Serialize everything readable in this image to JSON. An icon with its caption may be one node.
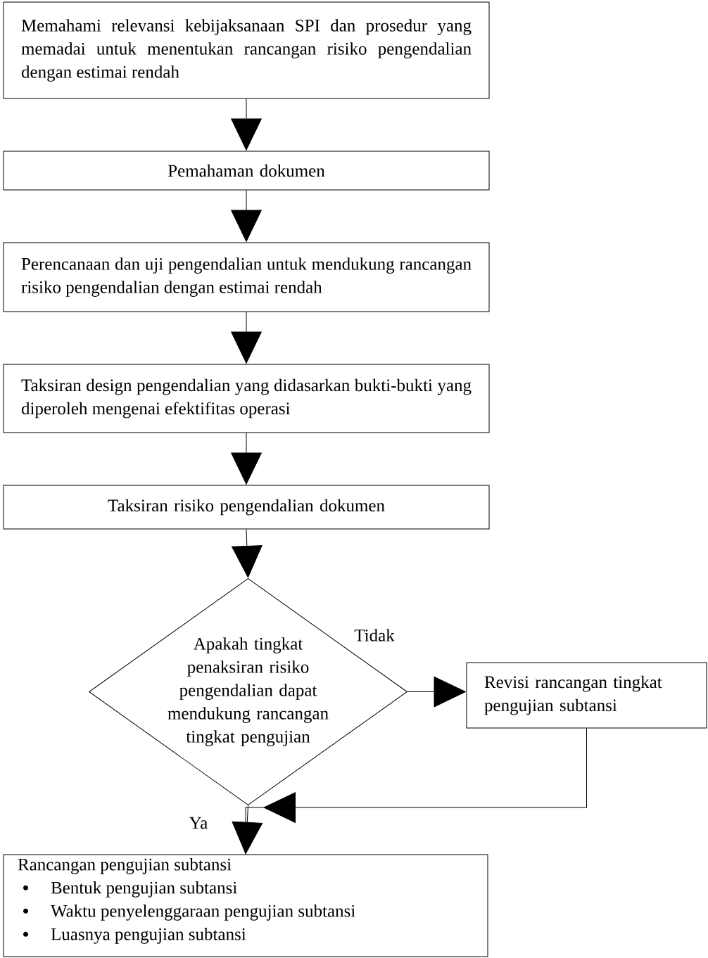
{
  "diagram": {
    "nodes": [
      {
        "text": [
          "Memahami relevansi kebijaksanaan SPI dan prosedur yang memadai untuk menentukan rancangan risiko pengendalian dengan estimai rendah"
        ]
      },
      {
        "text": [
          "Pemahaman dokumen"
        ]
      },
      {
        "text": [
          "Perencanaan dan uji pengendalian untuk mendukung rancangan risiko pengendalian dengan estimai rendah"
        ]
      },
      {
        "text": [
          "Taksiran design pengendalian yang didasarkan bukti-bukti yang diperoleh mengenai efektifitas operasi"
        ]
      },
      {
        "text": [
          "Taksiran risiko pengendalian dokumen"
        ]
      },
      {
        "text": [
          "Apakah tingkat penaksiran risiko pengendalian dapat mendukung rancangan tingkat pengujian"
        ]
      },
      {
        "text": [
          "Revisi rancangan tingkat pengujian subtansi"
        ]
      },
      {
        "text": [
          "Rancangan pengujian subtansi",
          "Bentuk pengujian subtansi",
          "Waktu penyelenggaraan pengujian subtansi",
          "Luasnya pengujian subtansi"
        ]
      }
    ],
    "edges": [
      {
        "from": 0,
        "to": 1,
        "arrow": "to"
      },
      {
        "from": 1,
        "to": 2,
        "arrow": "to"
      },
      {
        "from": 2,
        "to": 3,
        "arrow": "to"
      },
      {
        "from": 3,
        "to": 4,
        "arrow": "to"
      },
      {
        "from": 4,
        "to": 5,
        "arrow": "to"
      },
      {
        "from": 5,
        "to": 6,
        "arrow": "to",
        "label": "Tidak"
      },
      {
        "from": 5,
        "to": 7,
        "arrow": "to",
        "label": "Ya"
      },
      {
        "from": 6,
        "to": 7,
        "arrow": "to"
      }
    ]
  }
}
